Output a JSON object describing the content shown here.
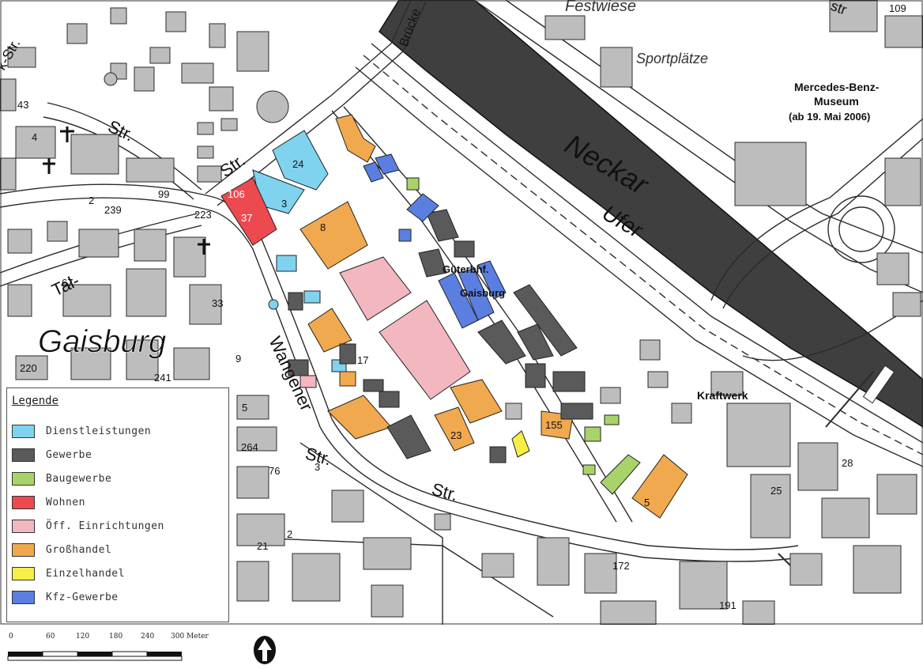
{
  "map": {
    "place_name": "Gaisburg",
    "labels": {
      "festwiese": "Festwiese",
      "sportplaetze": "Sportplätze",
      "museum_line1": "Mercedes-Benz-",
      "museum_line2": "Museum",
      "museum_line3": "(ab 19. Mai 2006)",
      "neckar": "Neckar",
      "ufer": "Ufer",
      "gueterbhf_line1": "Güterbhf.",
      "gueterbhf_line2": "Gaisburg",
      "kraftwerk": "Kraftwerk",
      "tal": "Tal-",
      "str_a": "Str.",
      "str_b": "Str.",
      "str_c": "Str.",
      "str_d": "Str.",
      "wangener": "Wangener",
      "bruecke": "Brücke",
      "str_top": "str",
      "ksstr": "k-Str."
    },
    "numbers": {
      "n43": "43",
      "n4": "4",
      "n2": "2",
      "n239": "239",
      "n99": "99",
      "n223": "223",
      "n67": "67",
      "n220": "220",
      "n241": "241",
      "n106": "106",
      "n37": "37",
      "n24": "24",
      "n3": "3",
      "n8": "8",
      "n33": "33",
      "n9": "9",
      "n5a": "5",
      "n264": "264",
      "n76": "76",
      "n3b": "3",
      "n21": "21",
      "n2b": "2",
      "n17": "17",
      "n155": "155",
      "n5b": "5",
      "n172": "172",
      "n191": "191",
      "n25": "25",
      "n23": "23",
      "n109": "109",
      "n28": "28"
    }
  },
  "legend": {
    "title": "Legende",
    "items": [
      {
        "label": "Dienstleistungen",
        "color": "#7fd3ef"
      },
      {
        "label": "Gewerbe",
        "color": "#5a5a5a"
      },
      {
        "label": "Baugewerbe",
        "color": "#a8d36a"
      },
      {
        "label": "Wohnen",
        "color": "#ec4a4f"
      },
      {
        "label": "Öff. Einrichtungen",
        "color": "#f2b7bf"
      },
      {
        "label": "Großhandel",
        "color": "#f0a94e"
      },
      {
        "label": "Einzelhandel",
        "color": "#f6ef47"
      },
      {
        "label": "Kfz-Gewerbe",
        "color": "#5b7fe0"
      }
    ]
  },
  "scale": {
    "ticks": [
      "0",
      "60",
      "120",
      "180",
      "240",
      "300 Meter"
    ]
  },
  "colors": {
    "dienstleistungen": "#7fd3ef",
    "gewerbe": "#5a5a5a",
    "baugewerbe": "#a8d36a",
    "wohnen": "#ec4a4f",
    "oeff": "#f2b7bf",
    "grosshandel": "#f0a94e",
    "einzelhandel": "#f6ef47",
    "kfz": "#5b7fe0",
    "neckar": "#3f3f3f",
    "building": "#bdbdbd"
  },
  "icons": {
    "north": "north-arrow-icon",
    "church": "church-cross-icon"
  }
}
